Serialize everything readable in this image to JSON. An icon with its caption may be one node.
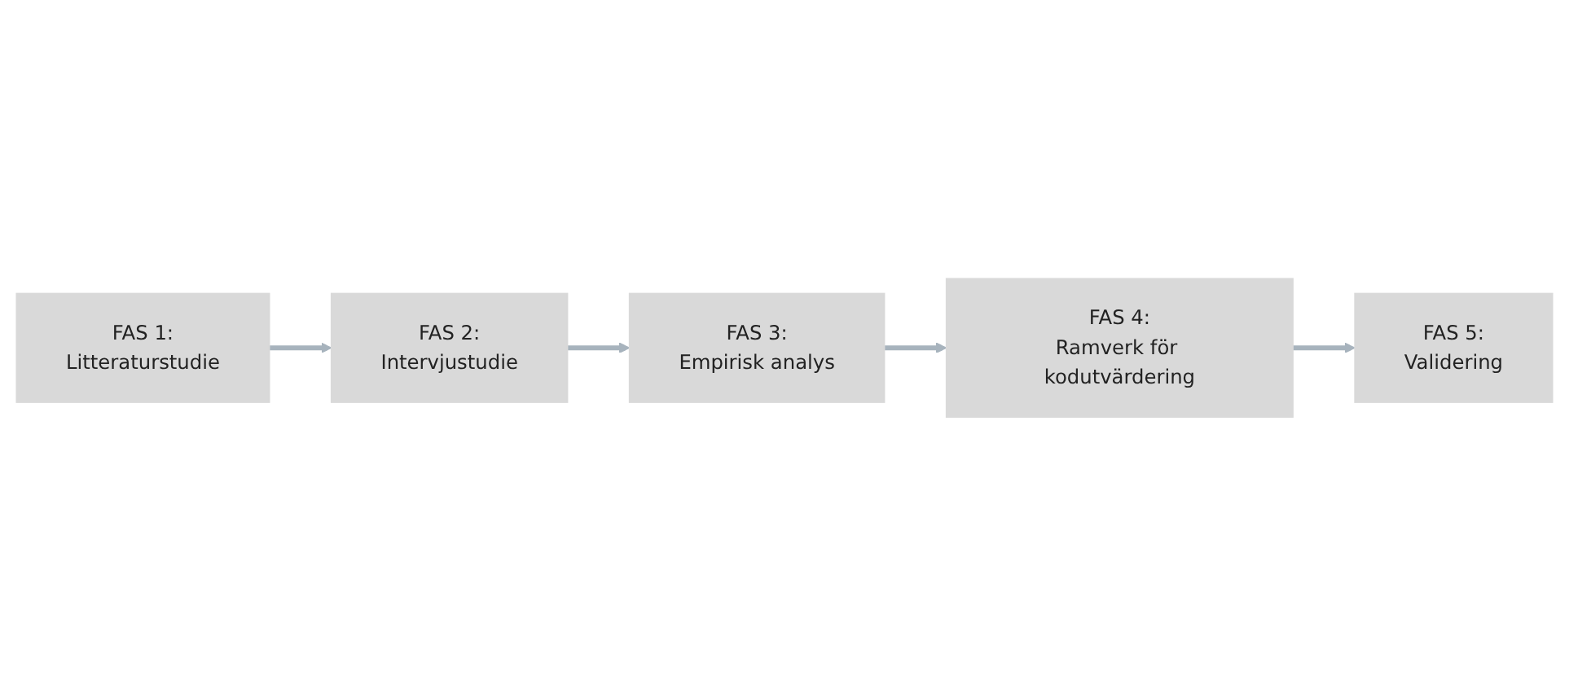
{
  "diagram": {
    "nodes": [
      {
        "text": [
          "FAS 1:",
          "Litteraturstudie"
        ]
      },
      {
        "text": [
          "FAS 2:",
          "Intervjustudie"
        ]
      },
      {
        "text": [
          "FAS 3:",
          "Empirisk analys"
        ]
      },
      {
        "text": [
          "FAS 4:",
          "Ramverk för kodutvärdering"
        ]
      },
      {
        "text": [
          "FAS 5:",
          "Validering"
        ]
      }
    ],
    "edges": [
      {
        "from": 0,
        "to": 1,
        "arrow": "to"
      },
      {
        "from": 1,
        "to": 2,
        "arrow": "to"
      },
      {
        "from": 2,
        "to": 3,
        "arrow": "to"
      },
      {
        "from": 3,
        "to": 4,
        "arrow": "to"
      }
    ]
  }
}
